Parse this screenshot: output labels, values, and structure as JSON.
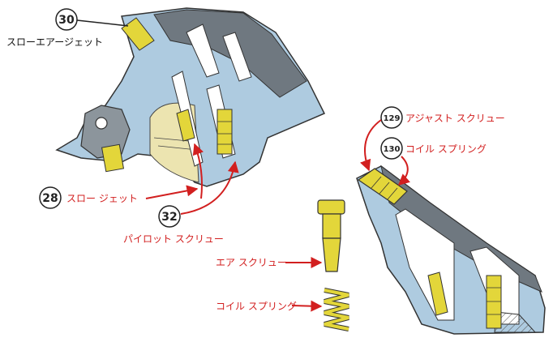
{
  "callouts": {
    "n30": "30",
    "n28": "28",
    "n32": "32",
    "n129": "129",
    "n130": "130"
  },
  "labels": {
    "slow_air_jet": "スローエアージェット",
    "slow_jet": "スロー ジェット",
    "pilot_screw": "パイロット スクリュー",
    "adjust_screw": "アジャスト スクリュー",
    "coil_spring_top": "コイル スプリング",
    "air_screw": "エア スクリュー",
    "coil_spring_bottom": "コイル スプリング"
  },
  "colors": {
    "arrow_red": "#d21f1f",
    "part_yellow": "#e3d63a",
    "body_blue": "#aecbe0",
    "body_gray": "#6f7880",
    "venturi_cream": "#ece4b0"
  }
}
